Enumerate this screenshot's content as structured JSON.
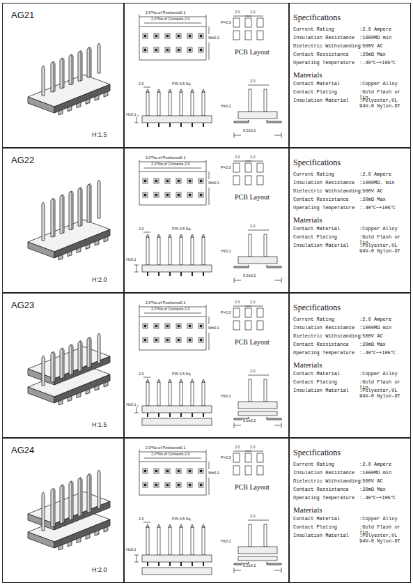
{
  "diagram": {
    "nodes": [
      {
        "text": [
          "AG21",
          "H:1.5"
        ]
      },
      {
        "text": [
          "PCB Layout"
        ]
      },
      {
        "text": [
          "Specifications",
          "Current Rating",
          ":2.0 Ampere",
          "Insulation Resistance",
          ":1000MΩ min",
          "Dielectric Withstanding",
          ":500V AC",
          "Contact Ressistance",
          ":20mΩ Max",
          "Operating Temperature",
          ":-40℃~+105℃",
          "Materials",
          "Contact Material",
          ":Copper Alloy",
          "Contact Plating",
          ":Gold Flash or Tin",
          "Insulation Material",
          ":Polyester,UL 94V-0 Nylon-6T"
        ]
      },
      {
        "text": [
          "AG22",
          "H:2.0"
        ]
      },
      {
        "text": [
          "PCB Layout"
        ]
      },
      {
        "text": [
          "Specifications",
          "Current Rating",
          ":2.0 Ampere",
          "Insulation Resistance",
          ":1000MΩ. min",
          "Dielectric Withstanding",
          ":500V AC",
          "Contact Ressistance",
          ":20mΩ Max",
          "Operating Temperature",
          ":-40℃~+105℃",
          "Materials",
          "Contact Material",
          ":Copper Alloy",
          "Contact Plating",
          ":Gold Flash or Tin",
          "Insulation Material",
          ":Polyester,UL 94V-0 Nylon-6T"
        ]
      },
      {
        "text": [
          "AG23",
          "H:1.5"
        ]
      },
      {
        "text": [
          "PCB Layout"
        ]
      },
      {
        "text": [
          "Specifications",
          "Current Rating",
          ":2.0 Ampere",
          "Insulation Resistance",
          ":1000MΩ min",
          "Dielectric Withstanding",
          ":500V AC",
          "Contact Ressistance",
          ":20mΩ Max",
          "Operating Temperature",
          ":-40℃~+105℃",
          "Materials",
          "Contact Material",
          ":Copper Alloy",
          "Contact Plating",
          ":Gold Flash or Tin",
          "Insulation Material",
          ":Polyester,UL 94V-0 Nylon-6T"
        ]
      },
      {
        "text": [
          "AG24",
          "H:2.0"
        ]
      },
      {
        "text": [
          "PCB Layout"
        ]
      },
      {
        "text": [
          "Specifications",
          "Current Rating",
          ":2.0 Ampere",
          "Insulation Resistance",
          ":1000MΩ min",
          "Dielectric Withstanding",
          ":500V AC",
          "Contact Ressistance",
          ":20mΩ Max",
          "Operating Temperature",
          ":-40℃~+105℃",
          "Materials",
          "Contact Material",
          ":Copper Alloy",
          "Contact Plating",
          ":Gold Flash or Tin",
          "Insulation Material",
          ":Polyester,UL 94V-0 Nylon-6T"
        ]
      }
    ],
    "labels": [
      "2.0*No.of Positions±0.1",
      "2.0*No.of Contacts-2.0",
      "W±0.1",
      "2.0",
      "2.0",
      "P=2.0",
      "2.0",
      "PIN 0.5 Sq",
      "H±0.1",
      "2.0",
      "H±0.2",
      "6.0±0.2",
      "2.0*No.of Positions±0.1",
      "2.0*No.of Contacts-2.0",
      "W±0.1",
      "2.0",
      "2.0",
      "P=2.0",
      "2.0",
      "PIN 0.5 Sq",
      "H±0.1",
      "2.0",
      "H±0.2",
      "6.0±0.2",
      "2.0*No.of Positions±0.1",
      "2.0*No.of Contacts-2.0",
      "W±0.1",
      "2.0",
      "2.0",
      "P=2.0",
      "2.0",
      "PIN 0.5 Sq",
      "H±0.1",
      "2.0",
      "H±0.2",
      "6.0±0.2",
      "2.0*No.of Positions±0.1",
      "2.0*No.of Contacts-2.0",
      "W±0.1",
      "2.0",
      "2.0",
      "P=2.0",
      "2.0",
      "PIN 0.5 Sq",
      "H±0.1",
      "2.0",
      "H±0.2",
      "6.0±0.2"
    ]
  }
}
